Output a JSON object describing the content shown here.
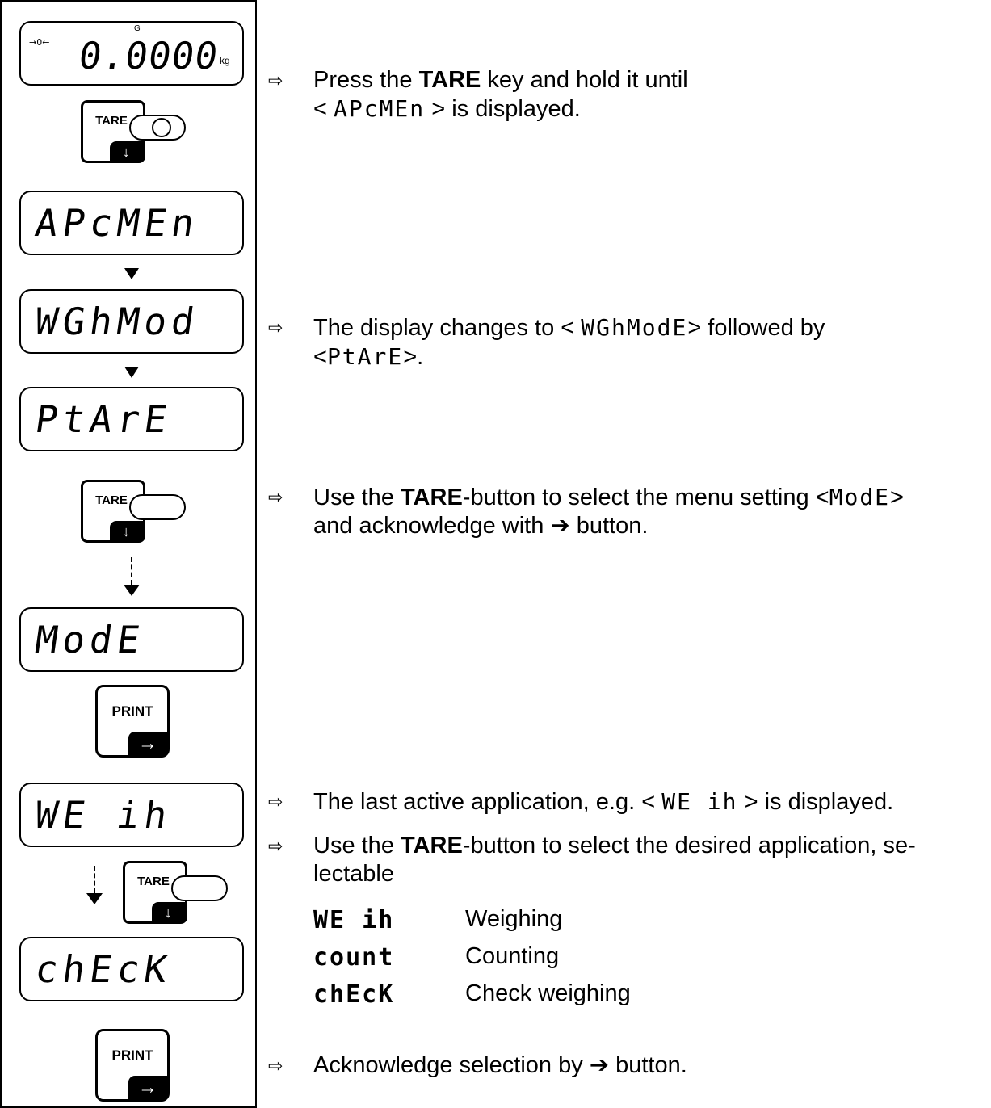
{
  "left_panel": {
    "display_initial": {
      "value": "0.0000",
      "unit": "kg",
      "g_mark": "G",
      "zero_mark": "→0←"
    },
    "key_tare_1": {
      "label": "TARE",
      "foot": "↓"
    },
    "display_apcmen": "APcMEn",
    "display_wghmod": "WGhMod",
    "display_ptare": "PtArE",
    "key_tare_2": {
      "label": "TARE",
      "foot": "↓"
    },
    "display_mode": "ModE",
    "key_print_1": {
      "label": "PRINT",
      "foot": "→"
    },
    "display_weigh": "WE ih",
    "key_tare_3": {
      "label": "TARE",
      "foot": "↓"
    },
    "display_check": "chEcK",
    "key_print_2": {
      "label": "PRINT",
      "foot": "→"
    }
  },
  "steps": {
    "bullet": "⇨",
    "s1_a": "Press the ",
    "s1_b": "TARE",
    "s1_c": " key and hold it until",
    "s1_d": "< ",
    "s1_seg": "APcMEn",
    "s1_e": " > is displayed.",
    "s2_a": "The display changes to < ",
    "s2_seg": "WGhModE",
    "s2_b": "> followed by",
    "s2_c": "<",
    "s2_seg2": "PtArE",
    "s2_d": ">.",
    "s3_a": "Use the ",
    "s3_b": "TARE",
    "s3_c": "-button to select the menu setting <",
    "s3_seg": "ModE",
    "s3_d": ">",
    "s3_e": "and acknowledge with ➔ button.",
    "s4_a": "The last active application, e.g. < ",
    "s4_seg": "WE ih",
    "s4_b": " > is displayed.",
    "s5_a": "Use the ",
    "s5_b": "TARE",
    "s5_c": "-button to select the desired application, se-",
    "s5_d": "lectable",
    "apps": [
      {
        "code": "WE ih",
        "name": "Weighing"
      },
      {
        "code": "count",
        "name": "Counting"
      },
      {
        "code": "chEcK",
        "name": "Check weighing"
      }
    ],
    "s6": "Acknowledge selection by ➔ button."
  }
}
